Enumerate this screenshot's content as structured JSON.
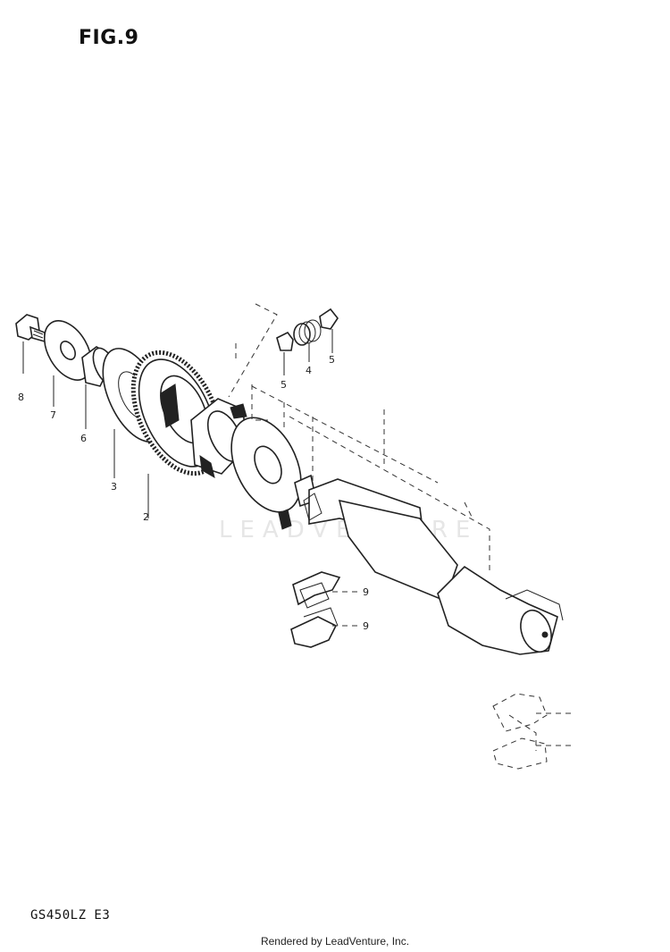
{
  "figure": {
    "title": "FIG.9",
    "model_code": "GS450LZ E3"
  },
  "watermark": "LEADVENTURE",
  "footer": "Rendered by LeadVenture, Inc.",
  "callouts": [
    "8",
    "7",
    "6",
    "3",
    "2",
    "5",
    "4",
    "5",
    "9",
    "9"
  ]
}
